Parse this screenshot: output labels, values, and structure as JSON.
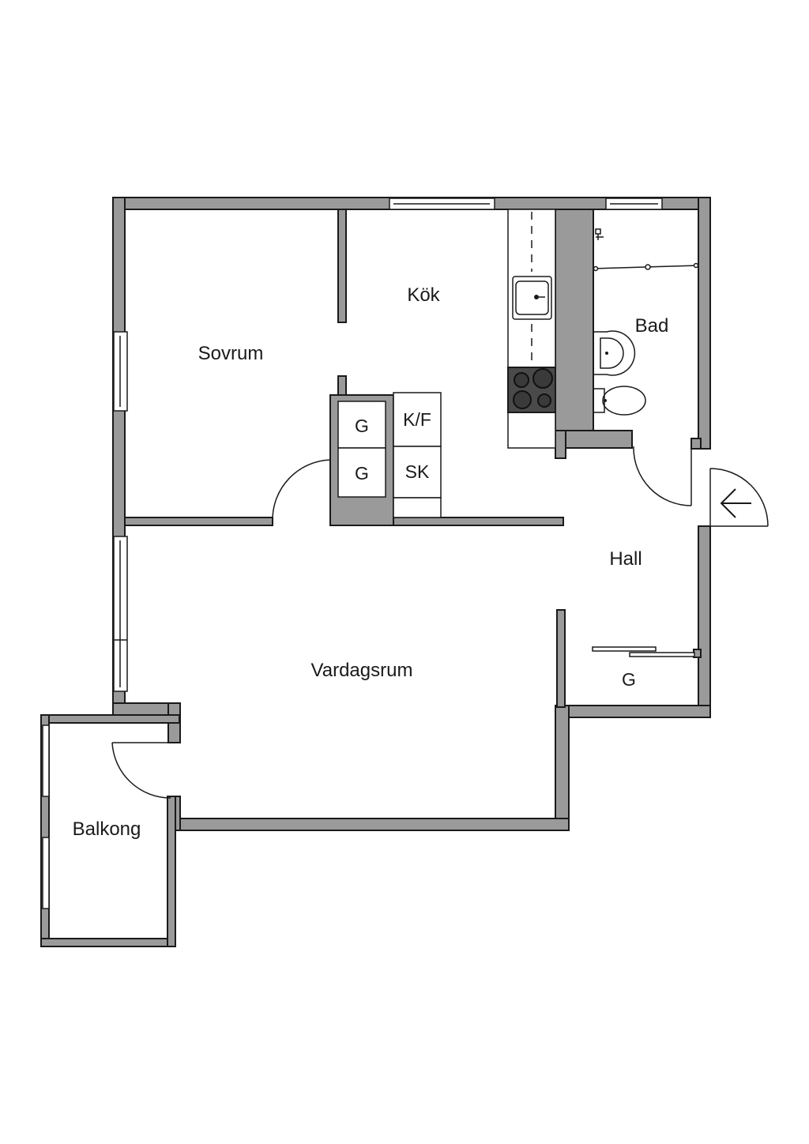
{
  "rooms": {
    "sovrum": "Sovrum",
    "kok": "Kök",
    "bad": "Bad",
    "hall": "Hall",
    "vardagsrum": "Vardagsrum",
    "balkong": "Balkong"
  },
  "fixtures": {
    "wardrobe_1": "G",
    "wardrobe_2": "G",
    "fridge_freezer": "K/F",
    "closet_sk": "SK",
    "hall_wardrobe": "G"
  },
  "colors": {
    "wall_fill": "#9a9a9a",
    "line": "#1a1a1a",
    "hob": "#4a4a4a"
  }
}
